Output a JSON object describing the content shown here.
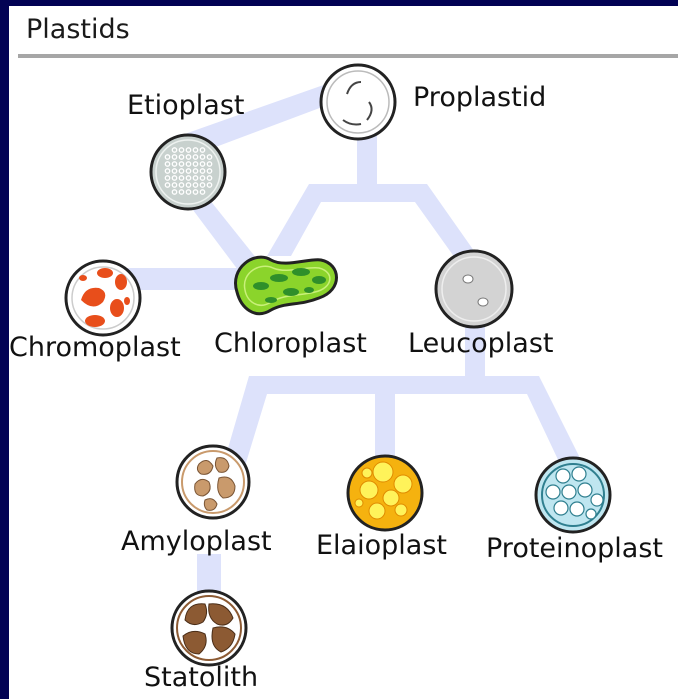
{
  "title": "Plastids",
  "nodes": {
    "proplastid": "Proplastid",
    "etioplast": "Etioplast",
    "chromoplast": "Chromoplast",
    "chloroplast": "Chloroplast",
    "leucoplast": "Leucoplast",
    "amyloplast": "Amyloplast",
    "elaioplast": "Elaioplast",
    "proteinoplast": "Proteinoplast",
    "statolith": "Statolith"
  },
  "colors": {
    "background": "#020254",
    "panel": "#ffffff",
    "connector": "#dde2fb",
    "title_rule": "#a6a6a6",
    "proplastid": "#ffffff",
    "etioplast": "#c8d1ce",
    "chromoplast_spots": "#e84e1b",
    "chloroplast": "#8bd42b",
    "chloroplast_grana": "#2f8f2a",
    "leucoplast": "#d3d3d3",
    "amyloplast_grains": "#c99a6c",
    "elaioplast": "#f5b20f",
    "elaioplast_droplets": "#fff35a",
    "proteinoplast": "#bfe6f0",
    "statolith": "#8c5a33"
  },
  "icons": {
    "proplastid": "proplastid-icon",
    "etioplast": "etioplast-icon",
    "chromoplast": "chromoplast-icon",
    "chloroplast": "chloroplast-icon",
    "leucoplast": "leucoplast-icon",
    "amyloplast": "amyloplast-icon",
    "elaioplast": "elaioplast-icon",
    "proteinoplast": "proteinoplast-icon",
    "statolith": "statolith-icon"
  }
}
